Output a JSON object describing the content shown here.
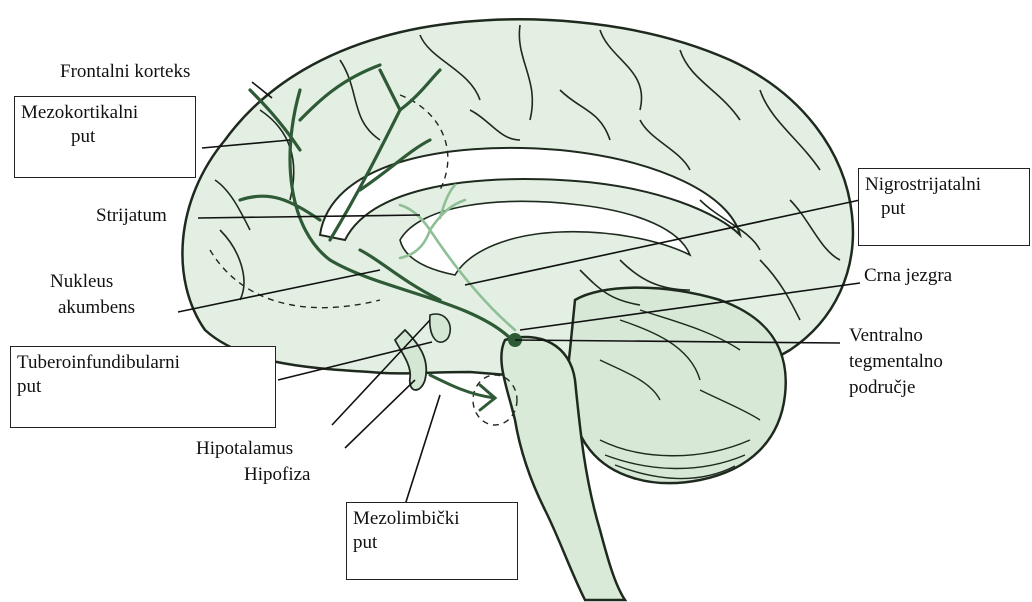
{
  "labels": {
    "frontal_cortex": "Frontalni korteks",
    "striatum": "Strijatum",
    "nucleus_accumbens_1": "Nukleus",
    "nucleus_accumbens_2": "akumbens",
    "hypothalamus": "Hipotalamus",
    "hypophysis": "Hipofiza",
    "substantia_nigra": "Crna jezgra",
    "vta_1": "Ventralno",
    "vta_2": "tegmentalno",
    "vta_3": "područje"
  },
  "pathways": {
    "mesocortical": {
      "line1": "Mezokortikalni",
      "line2": "put"
    },
    "tuberoinfundibular": {
      "line1": "Tuberoinfundibularni",
      "line2": "put"
    },
    "nigrostriatal": {
      "line1": "Nigrostrijatalni",
      "line2": "put"
    },
    "mesolimbic": {
      "line1": "Mezolimbički",
      "line2": "put"
    }
  },
  "colors": {
    "brain_fill": "#e2efe2",
    "brain_outline": "#1f2a1f",
    "pathway_dark": "#2f5a36",
    "pathway_light": "#8fbf95",
    "leader_line": "#111111"
  }
}
